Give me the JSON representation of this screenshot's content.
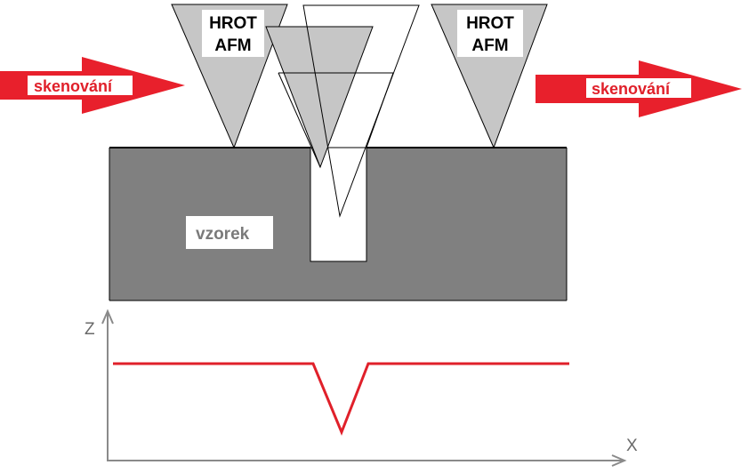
{
  "labels": {
    "tip_left_line1": "HROT",
    "tip_left_line2": "AFM",
    "tip_right_line1": "HROT",
    "tip_right_line2": "AFM",
    "scan_left": "skenování",
    "scan_right": "skenování",
    "sample": "vzorek",
    "axis_z": "Z",
    "axis_x": "X"
  },
  "colors": {
    "scan_arrow": "#e8202c",
    "tip_fill": "#c6c6c6",
    "sample_fill": "#808080",
    "profile_line": "#e0202a",
    "axis_line": "#8a8a8a"
  }
}
